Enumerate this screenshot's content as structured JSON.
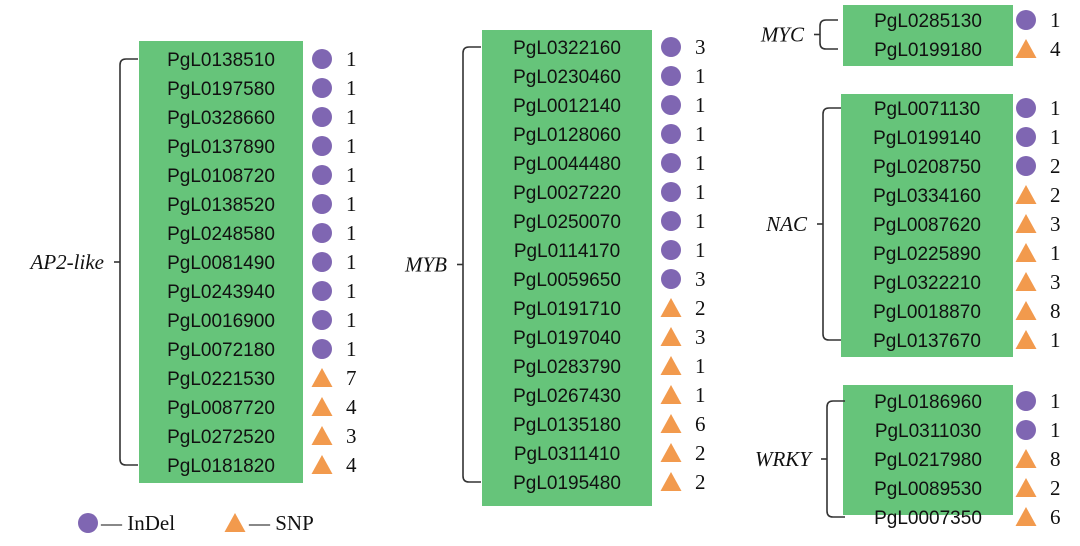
{
  "colors": {
    "box_fill": "#66c47a",
    "indel": "#7f66b2",
    "snp": "#f29a4d"
  },
  "legend": [
    {
      "marker": "circle",
      "label": "— InDel"
    },
    {
      "marker": "triangle",
      "label": "— SNP"
    }
  ],
  "families": [
    {
      "name": "AP2-like",
      "genes": [
        {
          "id": "PgL0138510",
          "type": "indel",
          "count": "1"
        },
        {
          "id": "PgL0197580",
          "type": "indel",
          "count": "1"
        },
        {
          "id": "PgL0328660",
          "type": "indel",
          "count": "1"
        },
        {
          "id": "PgL0137890",
          "type": "indel",
          "count": "1"
        },
        {
          "id": "PgL0108720",
          "type": "indel",
          "count": "1"
        },
        {
          "id": "PgL0138520",
          "type": "indel",
          "count": "1"
        },
        {
          "id": "PgL0248580",
          "type": "indel",
          "count": "1"
        },
        {
          "id": "PgL0081490",
          "type": "indel",
          "count": "1"
        },
        {
          "id": "PgL0243940",
          "type": "indel",
          "count": "1"
        },
        {
          "id": "PgL0016900",
          "type": "indel",
          "count": "1"
        },
        {
          "id": "PgL0072180",
          "type": "indel",
          "count": "1"
        },
        {
          "id": "PgL0221530",
          "type": "snp",
          "count": "7"
        },
        {
          "id": "PgL0087720",
          "type": "snp",
          "count": "4"
        },
        {
          "id": "PgL0272520",
          "type": "snp",
          "count": "3"
        },
        {
          "id": "PgL0181820",
          "type": "snp",
          "count": "4"
        }
      ]
    },
    {
      "name": "MYB",
      "genes": [
        {
          "id": "PgL0322160",
          "type": "indel",
          "count": "3"
        },
        {
          "id": "PgL0230460",
          "type": "indel",
          "count": "1"
        },
        {
          "id": "PgL0012140",
          "type": "indel",
          "count": "1"
        },
        {
          "id": "PgL0128060",
          "type": "indel",
          "count": "1"
        },
        {
          "id": "PgL0044480",
          "type": "indel",
          "count": "1"
        },
        {
          "id": "PgL0027220",
          "type": "indel",
          "count": "1"
        },
        {
          "id": "PgL0250070",
          "type": "indel",
          "count": "1"
        },
        {
          "id": "PgL0114170",
          "type": "indel",
          "count": "1"
        },
        {
          "id": "PgL0059650",
          "type": "indel",
          "count": "3"
        },
        {
          "id": "PgL0191710",
          "type": "snp",
          "count": "2"
        },
        {
          "id": "PgL0197040",
          "type": "snp",
          "count": "3"
        },
        {
          "id": "PgL0283790",
          "type": "snp",
          "count": "1"
        },
        {
          "id": "PgL0267430",
          "type": "snp",
          "count": "1"
        },
        {
          "id": "PgL0135180",
          "type": "snp",
          "count": "6"
        },
        {
          "id": "PgL0311410",
          "type": "snp",
          "count": "2"
        },
        {
          "id": "PgL0195480",
          "type": "snp",
          "count": "2"
        }
      ]
    },
    {
      "name": "MYC",
      "genes": [
        {
          "id": "PgL0285130",
          "type": "indel",
          "count": "1"
        },
        {
          "id": "PgL0199180",
          "type": "snp",
          "count": "4"
        }
      ]
    },
    {
      "name": "NAC",
      "genes": [
        {
          "id": "PgL0071130",
          "type": "indel",
          "count": "1"
        },
        {
          "id": "PgL0199140",
          "type": "indel",
          "count": "1"
        },
        {
          "id": "PgL0208750",
          "type": "indel",
          "count": "2"
        },
        {
          "id": "PgL0334160",
          "type": "snp",
          "count": "2"
        },
        {
          "id": "PgL0087620",
          "type": "snp",
          "count": "3"
        },
        {
          "id": "PgL0225890",
          "type": "snp",
          "count": "1"
        },
        {
          "id": "PgL0322210",
          "type": "snp",
          "count": "3"
        },
        {
          "id": "PgL0018870",
          "type": "snp",
          "count": "8"
        },
        {
          "id": "PgL0137670",
          "type": "snp",
          "count": "1"
        }
      ]
    },
    {
      "name": "WRKY",
      "genes": [
        {
          "id": "PgL0186960",
          "type": "indel",
          "count": "1"
        },
        {
          "id": "PgL0311030",
          "type": "indel",
          "count": "1"
        },
        {
          "id": "PgL0217980",
          "type": "snp",
          "count": "8"
        },
        {
          "id": "PgL0089530",
          "type": "snp",
          "count": "2"
        },
        {
          "id": "PgL0007350",
          "type": "snp",
          "count": "6"
        }
      ]
    }
  ]
}
